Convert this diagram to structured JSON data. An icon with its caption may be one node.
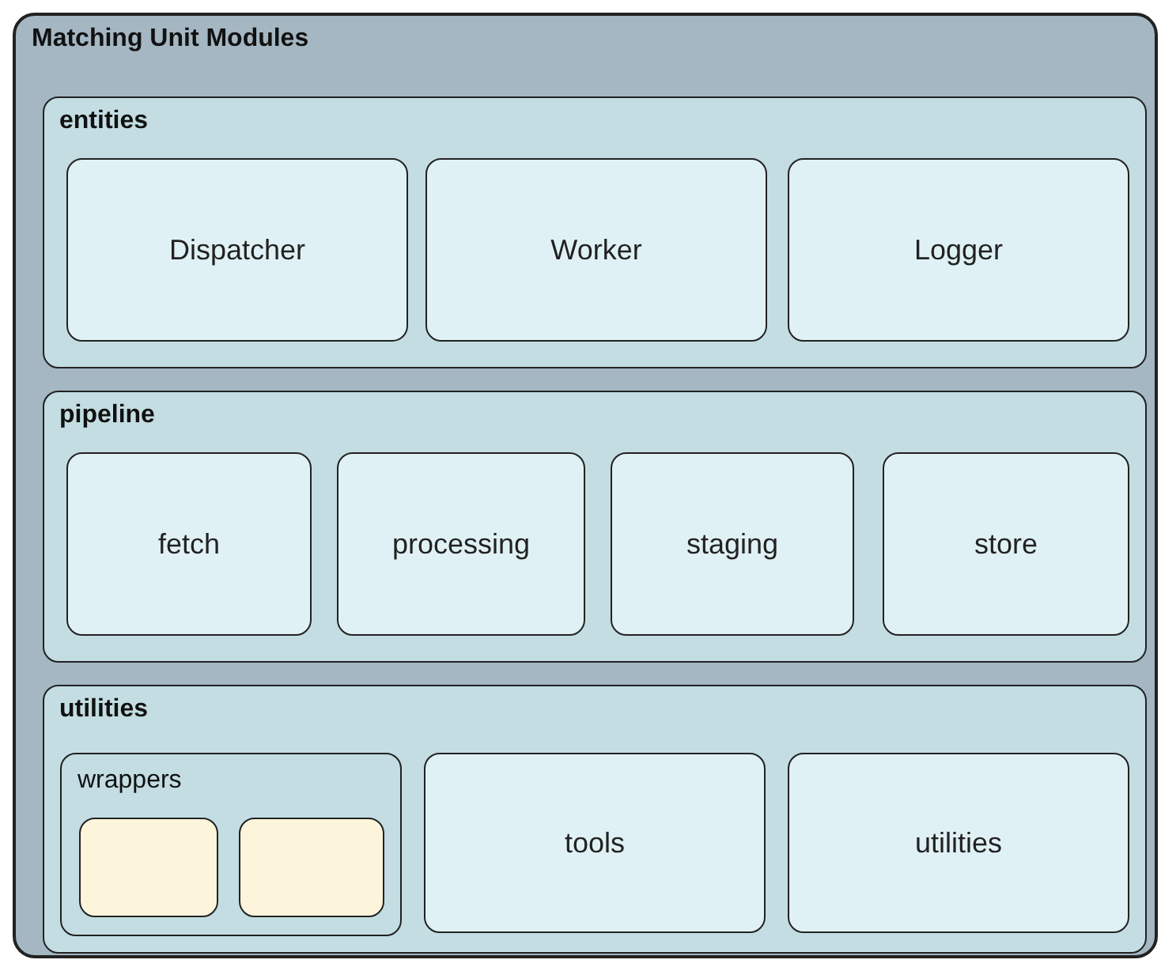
{
  "diagram": {
    "nodes": [
      {
        "text": [
          "Matching Unit Modules"
        ]
      },
      {
        "text": [
          "entities"
        ],
        "in": 0
      },
      {
        "text": [
          "Dispatcher"
        ],
        "in": 1
      },
      {
        "text": [
          "Worker"
        ],
        "in": 1
      },
      {
        "text": [
          "Logger"
        ],
        "in": 1
      },
      {
        "text": [
          "pipeline"
        ],
        "in": 0
      },
      {
        "text": [
          "fetch"
        ],
        "in": 5
      },
      {
        "text": [
          "processing"
        ],
        "in": 5
      },
      {
        "text": [
          "staging"
        ],
        "in": 5
      },
      {
        "text": [
          "store"
        ],
        "in": 5
      },
      {
        "text": [
          "utilities"
        ],
        "in": 0
      },
      {
        "text": [
          "wrappers"
        ],
        "in": 10
      },
      {
        "text": [],
        "shape": "box",
        "in": 11
      },
      {
        "text": [],
        "shape": "box",
        "in": 11
      },
      {
        "text": [
          "tools"
        ],
        "in": 10
      },
      {
        "text": [
          "utilities"
        ],
        "in": 10
      }
    ]
  }
}
